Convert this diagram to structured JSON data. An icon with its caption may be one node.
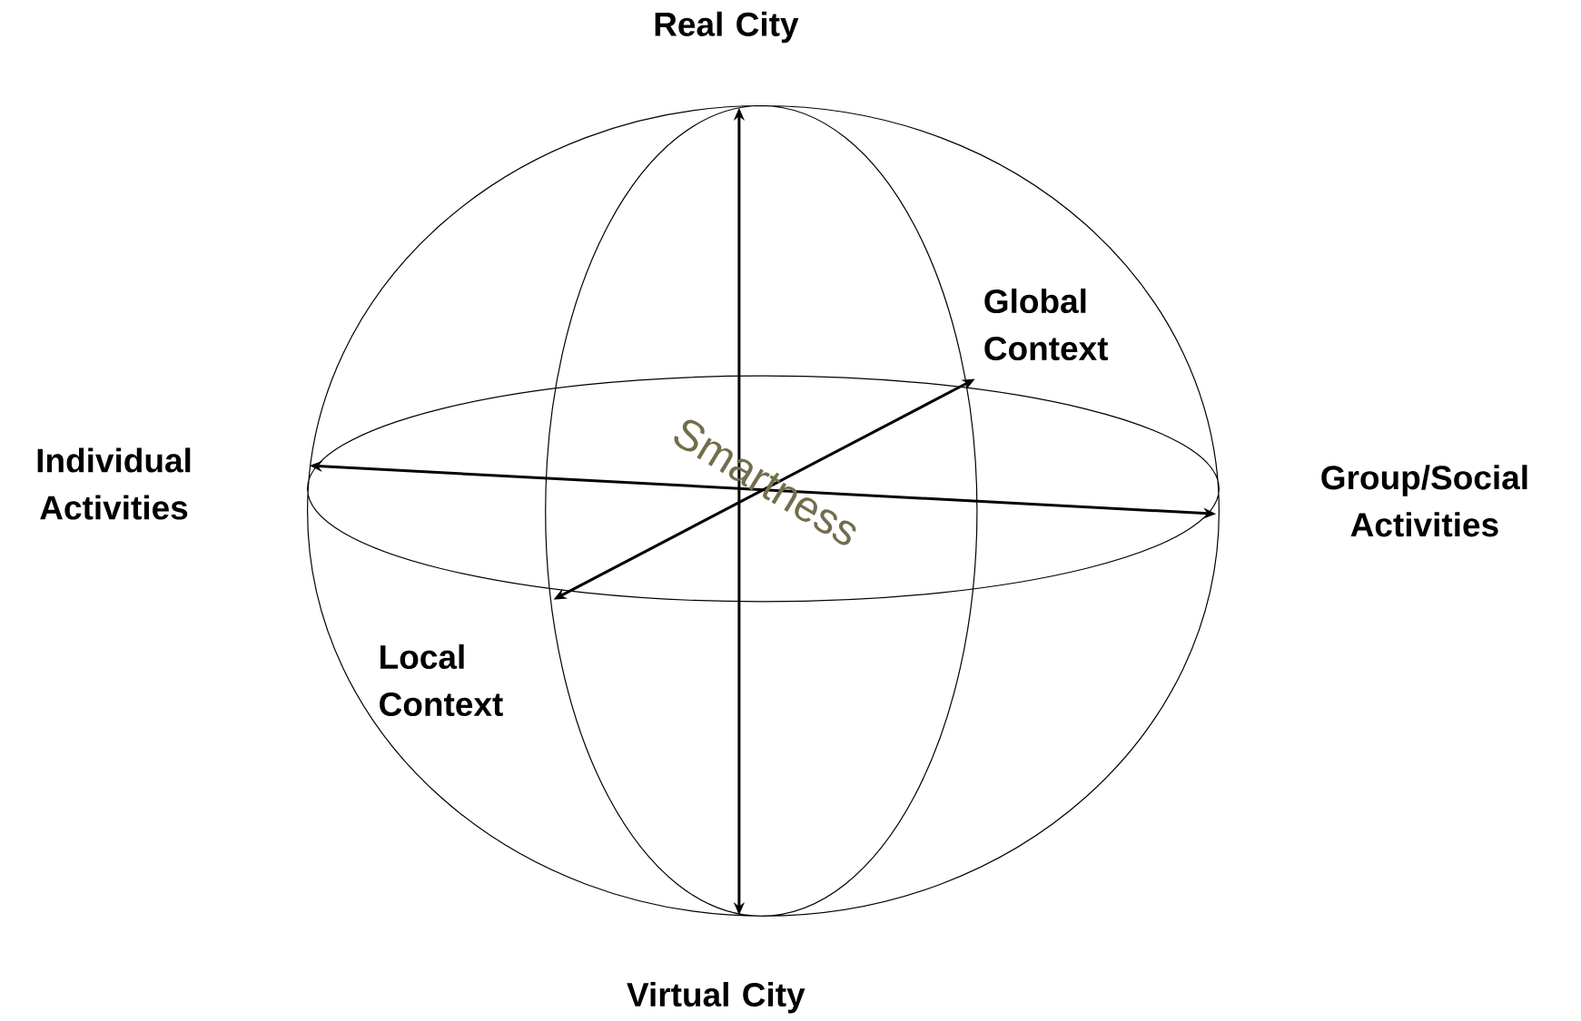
{
  "diagram": {
    "labels": [
      "Real City",
      "Global Context",
      "Individual Activities",
      "Smartness",
      "Group/Social Activities",
      "Local Context",
      "Virtual City"
    ]
  }
}
